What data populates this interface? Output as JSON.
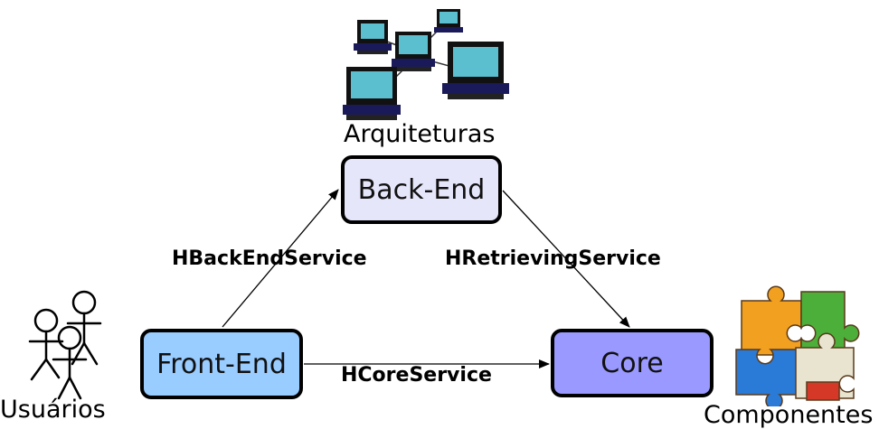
{
  "nodes": {
    "backend": "Back-End",
    "frontend": "Front-End",
    "core": "Core"
  },
  "edges": {
    "backend_service": "HBackEndService",
    "retrieving_service": "HRetrievingService",
    "core_service": "HCoreService"
  },
  "captions": {
    "arquiteturas": "Arquiteturas",
    "usuarios": "Usuários",
    "componentes": "Componentes"
  },
  "colors": {
    "backend_fill": "#e6e6fb",
    "frontend_fill": "#99ccff",
    "core_fill": "#9999ff",
    "border": "#000000"
  },
  "icons": {
    "arquiteturas": "networked-computers-icon",
    "usuarios": "stick-figure-users-icon",
    "componentes": "puzzle-pieces-icon"
  }
}
